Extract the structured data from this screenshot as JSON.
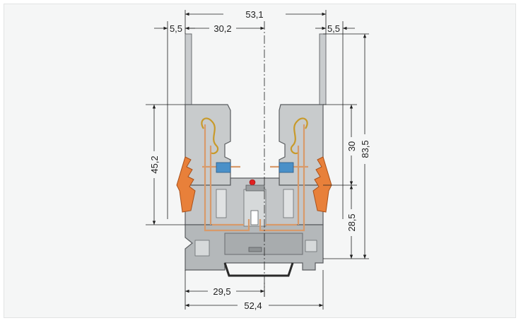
{
  "dimensions": {
    "top_total": "53,1",
    "top_left_offset": "5,5",
    "top_center": "30,2",
    "top_right_offset": "5,5",
    "left_height": "45,2",
    "right_upper": "30",
    "right_lower": "28,5",
    "right_total": "83,5",
    "bottom_half": "29,5",
    "bottom_total": "52,4"
  },
  "colors": {
    "housing": "#c8cbcc",
    "housing_dark": "#a8acae",
    "outline": "#5a5d60",
    "copper": "#d89a6a",
    "lever": "#e8803a",
    "marker_blue": "#4a90c8",
    "indicator_red": "#e02020",
    "rail": "#2a2a2a",
    "dim_line": "#1e1e1e"
  }
}
